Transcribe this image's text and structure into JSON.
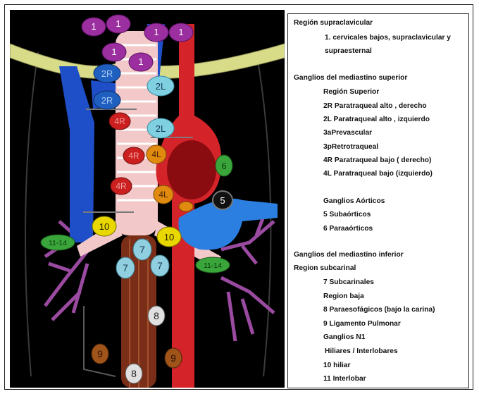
{
  "nodes": {
    "n1_a": "1",
    "n1_b": "1",
    "n1_c": "1",
    "n1_d": "1",
    "n1_e": "1",
    "n1_f": "1",
    "n2r_a": "2R",
    "n2r_b": "2R",
    "n2l_a": "2L",
    "n2l_b": "2L",
    "n4r_a": "4R",
    "n4r_b": "4R",
    "n4r_c": "4R",
    "n4l_a": "4L",
    "n4l_b": "4L",
    "n5": "5",
    "n6": "6",
    "n7_a": "7",
    "n7_b": "7",
    "n7_c": "7",
    "n8_a": "8",
    "n8_b": "8",
    "n9_a": "9",
    "n9_b": "9",
    "n10_a": "10",
    "n10_b": "10",
    "n1114_a": "11-14",
    "n1114_b": "11-14"
  },
  "legend": {
    "sec1_title": "Región supraclavicular",
    "sec1_item1": "1. cervicales bajos, supraclavicular y",
    "sec1_item1b": "supraesternal",
    "sec2_title": "Ganglios del mediastino superior",
    "sec2_sub": "Región Superior",
    "sec2_2r": "2R Paratraqueal alto , derecho",
    "sec2_2l": "2L Paratraqueal alto , izquierdo",
    "sec2_3a": "3aPrevascular",
    "sec2_3p": "3pRetrotraqueal",
    "sec2_4r": "4R Paratraqueal bajo ( derecho)",
    "sec2_4l": "4L Paratraqueal bajo (izquierdo)",
    "sec3_title": "Ganglios Aórticos",
    "sec3_5": "5 Subaórticos",
    "sec3_6": "6 Paraaórticos",
    "sec4_title": "Ganglios del mediastino inferior",
    "sec4_sub": "Region subcarinal",
    "sec4_7": "7 Subcarinales",
    "sec4_baja": "Region baja",
    "sec4_8": "8 Paraesofágicos (bajo la carina)",
    "sec4_9": "9 Ligamento Pulmonar",
    "sec4_n1": "Ganglios N1",
    "sec4_hil": "Hiliares / Interlobares",
    "sec4_10": "10 hiliar",
    "sec4_11": "11 Interlobar"
  },
  "colors": {
    "station1": "#9b2fa0",
    "station2R": "#1f5fbf",
    "station2L": "#7fd0e0",
    "station4R": "#cc1f1f",
    "station4L": "#e08a10",
    "station5": "#111111",
    "station6": "#3aa53a",
    "station7": "#8fcfe0",
    "station8": "#e0e0e0",
    "station9": "#a0541a",
    "station10": "#e8d800",
    "station11_14": "#3aa53a",
    "vein": "#1e4fc8",
    "aorta": "#d4242a",
    "pulmonary_artery": "#2a7fe0",
    "airway": "#f2c8c8",
    "esophagus": "#7a2e18",
    "lung_vessels": "#9a4aa0"
  }
}
